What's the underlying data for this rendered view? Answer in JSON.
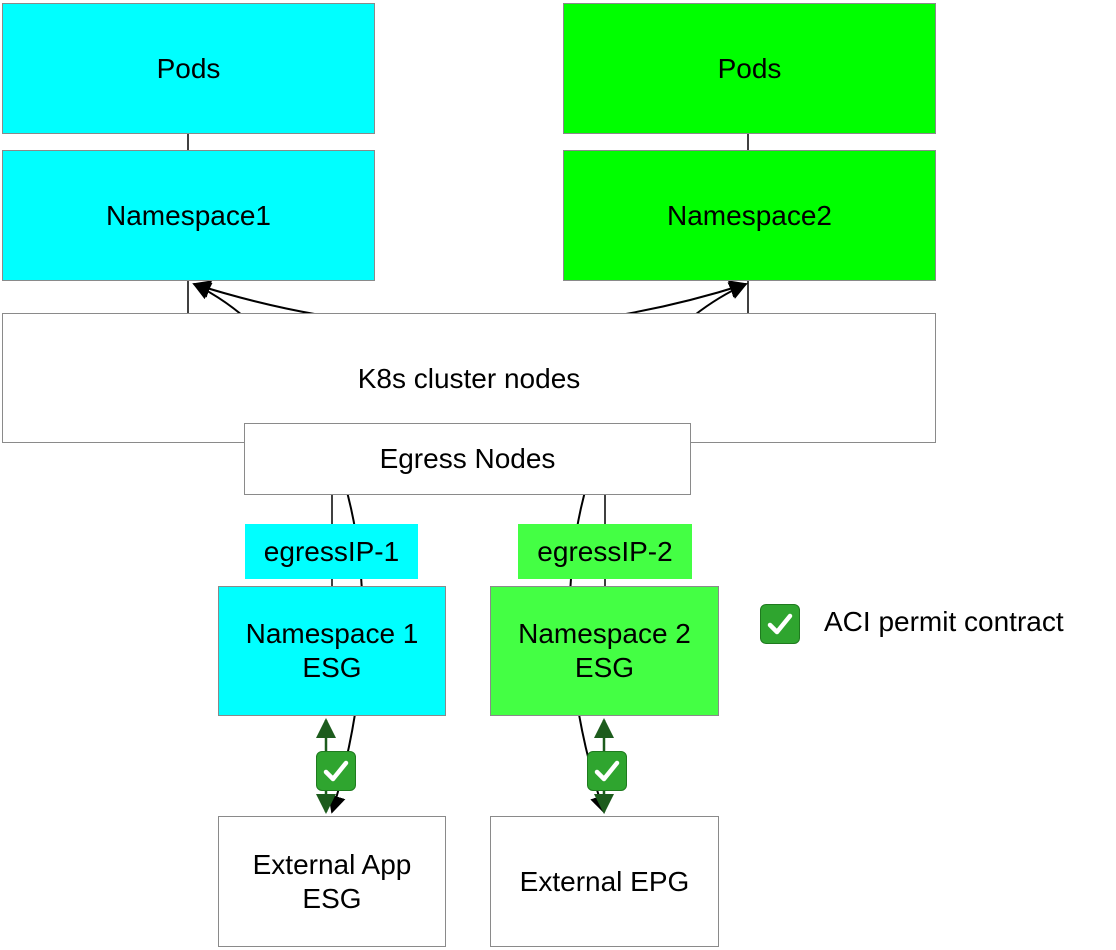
{
  "boxes": {
    "pods_1": "Pods",
    "namespace_1": "Namespace1",
    "pods_2": "Pods",
    "namespace_2": "Namespace2",
    "k8s_nodes": "K8s cluster nodes",
    "egress_nodes": "Egress Nodes",
    "egress_ip_1": "egressIP-1",
    "egress_ip_2": "egressIP-2",
    "namespace_1_esg": "Namespace 1\nESG",
    "namespace_2_esg": "Namespace 2\nESG",
    "external_app_esg": "External App\nESG",
    "external_epg": "External EPG"
  },
  "legend": {
    "icon": "check-icon",
    "label": "ACI permit contract"
  },
  "colors": {
    "namespace1": "#00ffff",
    "namespace2": "#00ff00",
    "namespace2_esg": "#44ff44",
    "permit_green": "#2fa52f",
    "arrow_dark_green": "#1d5c1d"
  }
}
